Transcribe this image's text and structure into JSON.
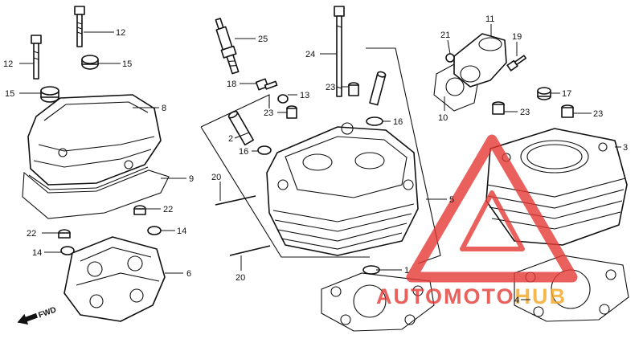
{
  "diagram": {
    "callouts": [
      {
        "id": "c12a",
        "label": "12"
      },
      {
        "id": "c12b",
        "label": "12"
      },
      {
        "id": "c15a",
        "label": "15"
      },
      {
        "id": "c15b",
        "label": "15"
      },
      {
        "id": "c8",
        "label": "8"
      },
      {
        "id": "c9",
        "label": "9"
      },
      {
        "id": "c22a",
        "label": "22"
      },
      {
        "id": "c22b",
        "label": "22"
      },
      {
        "id": "c14a",
        "label": "14"
      },
      {
        "id": "c14b",
        "label": "14"
      },
      {
        "id": "c6",
        "label": "6"
      },
      {
        "id": "c25",
        "label": "25"
      },
      {
        "id": "c18",
        "label": "18"
      },
      {
        "id": "c13",
        "label": "13"
      },
      {
        "id": "c23a",
        "label": "23"
      },
      {
        "id": "c2",
        "label": "2"
      },
      {
        "id": "c16a",
        "label": "16"
      },
      {
        "id": "c20a",
        "label": "20"
      },
      {
        "id": "c20b",
        "label": "20"
      },
      {
        "id": "c24",
        "label": "24"
      },
      {
        "id": "c23b",
        "label": "23"
      },
      {
        "id": "c16b",
        "label": "16"
      },
      {
        "id": "c5",
        "label": "5"
      },
      {
        "id": "c21",
        "label": "21"
      },
      {
        "id": "c11",
        "label": "11"
      },
      {
        "id": "c19",
        "label": "19"
      },
      {
        "id": "c10",
        "label": "10"
      },
      {
        "id": "c17",
        "label": "17"
      },
      {
        "id": "c23c",
        "label": "23"
      },
      {
        "id": "c23d",
        "label": "23"
      },
      {
        "id": "c3",
        "label": "3"
      },
      {
        "id": "c4",
        "label": "4"
      },
      {
        "id": "c1",
        "label": "1"
      }
    ],
    "fwd_label": "FWD"
  },
  "watermark": {
    "part1": "AUTOMOTO",
    "part2": "HUB",
    "colors": {
      "red": "#e53935",
      "orange": "#f5a623"
    }
  }
}
